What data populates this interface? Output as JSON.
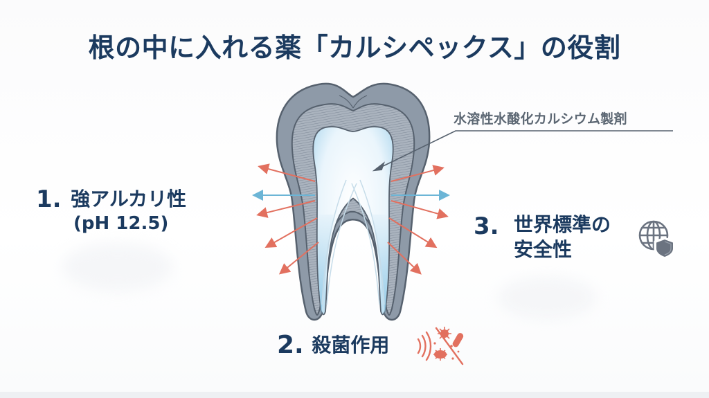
{
  "title": "根の中に入れる薬「カルシペックス」の役割",
  "callout": {
    "label": "水溶性水酸化カルシウム製剤",
    "target": "pulp-chamber"
  },
  "points": [
    {
      "number": "1.",
      "label": "強アルカリ性",
      "sub": "(pH 12.5)"
    },
    {
      "number": "2.",
      "label": "殺菌作用",
      "icon": "bacteria-blocked-icon"
    },
    {
      "number": "3.",
      "label_line1": "世界標準の",
      "label_line2": "安全性",
      "icon": "globe-shield-icon"
    }
  ],
  "diagram": {
    "subject": "molar-tooth-cross-section",
    "layers": [
      "enamel",
      "dentin",
      "pulp",
      "root-canals"
    ],
    "arrows": {
      "red_count": 8,
      "blue_count": 2
    }
  },
  "colors": {
    "title": "#1b3a5f",
    "enamel": "#8e9aa8",
    "dentin": "#a9b3be",
    "outline": "#56616e",
    "pulp": "#e9f4fb",
    "canal": "#9fcfe8",
    "arrow_red": "#e2705f",
    "arrow_blue": "#6cb5d6",
    "callout_text": "#5c6773",
    "icon_gray": "#6b7380"
  }
}
